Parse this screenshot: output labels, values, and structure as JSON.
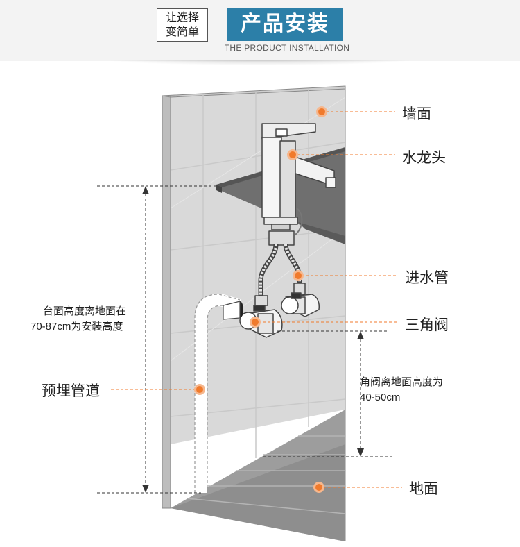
{
  "header": {
    "slogan_line1": "让选择",
    "slogan_line2": "变简单",
    "title": "产品安装",
    "subtitle": "THE PRODUCT INSTALLATION"
  },
  "labels": {
    "wall": "墙面",
    "faucet": "水龙头",
    "inlet_pipe": "进水管",
    "angle_valve": "三角阀",
    "embedded_pipe": "预埋管道",
    "floor": "地面"
  },
  "annotations": {
    "counter_height_line1": "台面高度离地面在",
    "counter_height_line2": "70-87cm为安装高度",
    "valve_height_line1": "角阀离地面高度为",
    "valve_height_line2": "40-50cm"
  },
  "colors": {
    "title_bg": "#2c7fa8",
    "marker": "#f07a2c",
    "wall": "#d8d8d8",
    "floor": "#9a9a9a"
  }
}
